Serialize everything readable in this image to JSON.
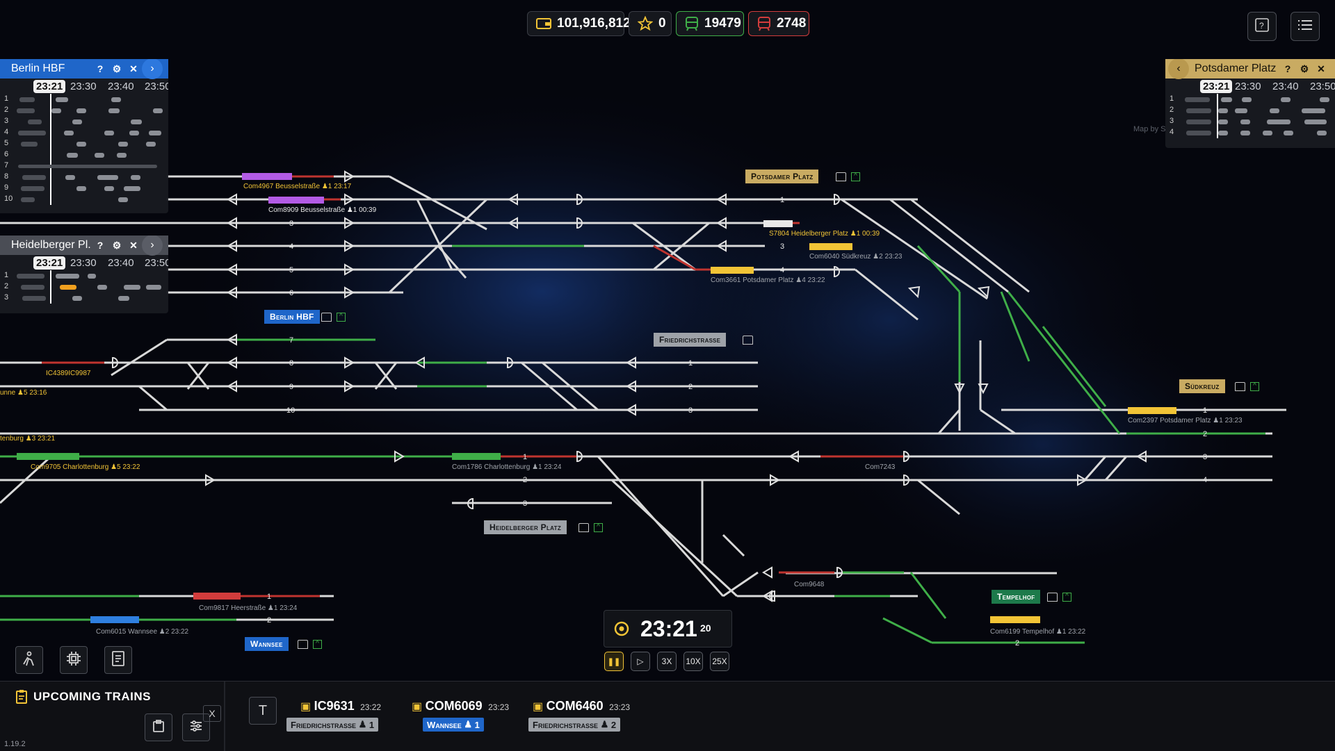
{
  "hud": {
    "money": "101,916,812",
    "stars": "0",
    "trains_ok": "19479",
    "trains_late": "2748"
  },
  "panels": {
    "berlin": {
      "title": "Berlin HBF",
      "now": "23:21",
      "t1": "23:30",
      "t2": "23:40",
      "t3": "23:50",
      "rows": [
        "1",
        "2",
        "3",
        "4",
        "5",
        "6",
        "7",
        "8",
        "9",
        "10"
      ]
    },
    "heidelberger": {
      "title": "Heidelberger Pl...",
      "now": "23:21",
      "t1": "23:30",
      "t2": "23:40",
      "t3": "23:50",
      "rows": [
        "1",
        "2",
        "3"
      ]
    },
    "potsdamer": {
      "title": "Potsdamer Platz",
      "now": "23:21",
      "t1": "23:30",
      "t2": "23:40",
      "t3": "23:50",
      "rows": [
        "1",
        "2",
        "3",
        "4"
      ]
    }
  },
  "stations": {
    "potsdamer_platz": "Potsdamer Platz",
    "berlin_hbf": "Berlin HBF",
    "friedrichstrasse": "Friedrichstraße",
    "suedkreuz": "Südkreuz",
    "heidelberger_platz": "Heidelberger Platz",
    "tempelhof": "Tempelhof",
    "wannsee": "Wannsee"
  },
  "train_tags": {
    "com4967": "Com4967   Beusselstraße   ♟1 23:17",
    "com8909": "Com8909   Beusselstraße   ♟1 00:39",
    "s7804": "S7804   Heidelberger Platz   ♟1 00:39",
    "com6040": "Com6040   Südkreuz   ♟2 23:23",
    "com3661": "Com3661   Potsdamer Platz   ♟4 23:22",
    "com2397": "Com2397   Potsdamer Platz   ♟1 23:23",
    "com1786": "Com1786   Charlottenburg   ♟1 23:24",
    "com7243": "Com7243",
    "com9705": "Com9705   Charlottenburg   ♟5 23:22",
    "ic_left": "IC4389IC9987",
    "com9648": "Com9648",
    "com9817": "Com9817   Heerstraße   ♟1 23:24",
    "com6015": "Com6015   Wannsee   ♟2 23:22",
    "com6199": "Com6199   Tempelhof   ♟1 23:22",
    "left_top": "tenburg  ♟3 23:21",
    "left_mid": "unne  ♟5 23:16"
  },
  "clock": {
    "time": "23:21",
    "seconds": "20"
  },
  "speeds": [
    "3X",
    "10X",
    "25X"
  ],
  "upcoming": {
    "title": "UPCOMING TRAINS",
    "letter": "T",
    "close": "X",
    "trains": [
      {
        "code": "IC9631",
        "time": "23:22",
        "station": "Friedrichstraße",
        "platform": "1",
        "color": "#9ea2a8"
      },
      {
        "code": "COM6069",
        "time": "23:23",
        "station": "Wannsee",
        "platform": "1",
        "color": "#1f66c9"
      },
      {
        "code": "COM6460",
        "time": "23:23",
        "station": "Friedrichstraße",
        "platform": "2",
        "color": "#9ea2a8"
      }
    ]
  },
  "version": "1.19.2",
  "map_watermark": "Map by S..."
}
